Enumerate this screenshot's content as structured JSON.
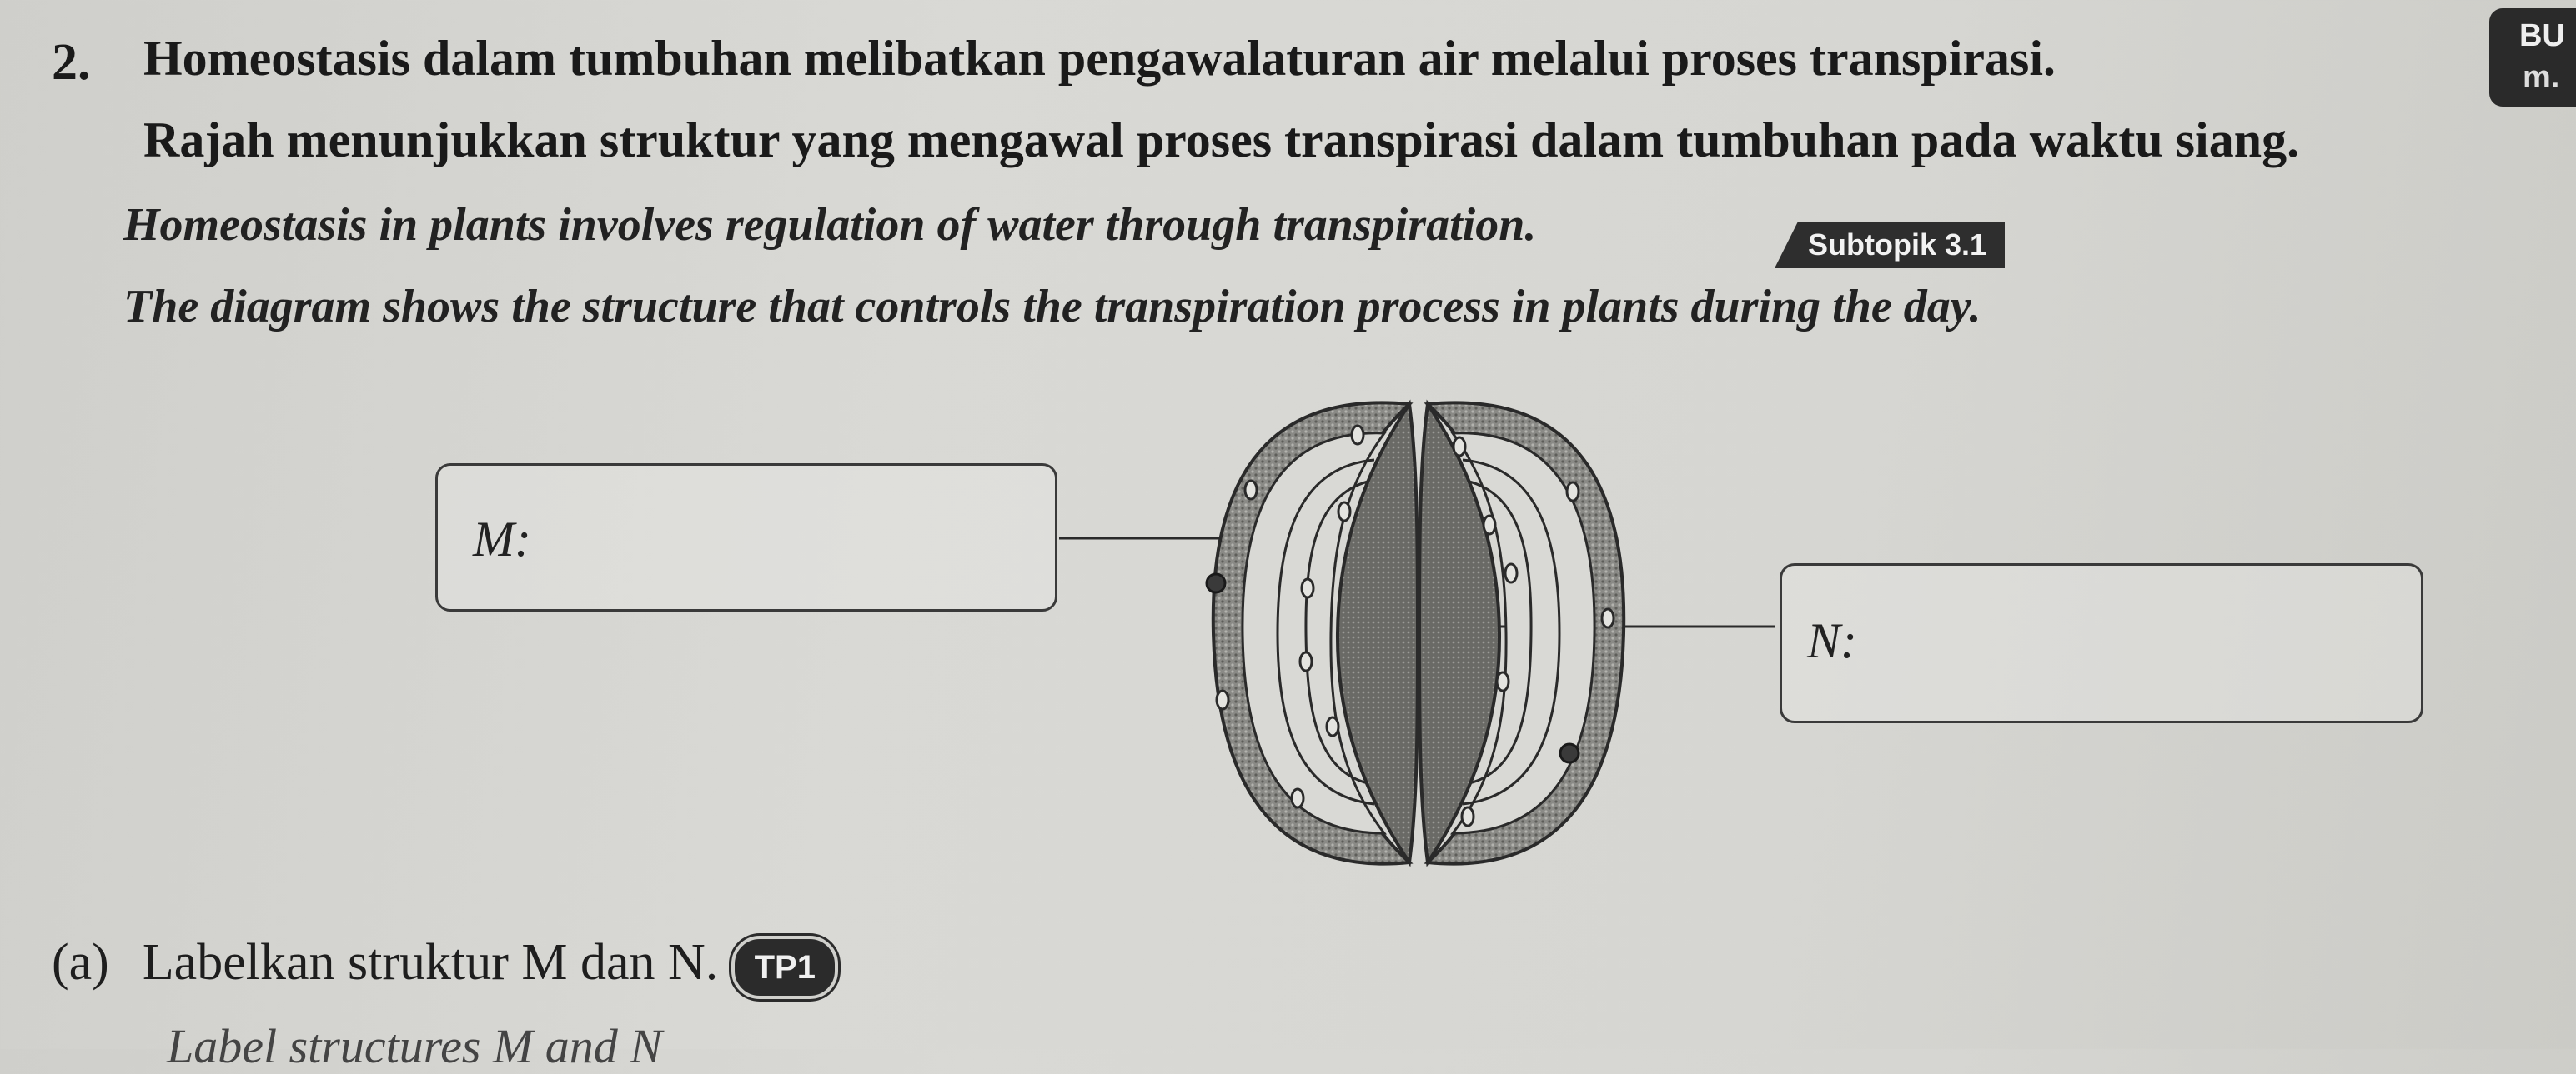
{
  "question": {
    "number": "2.",
    "malay_line1": "Homeostasis dalam tumbuhan melibatkan pengawalaturan air melalui proses transpirasi.",
    "malay_line2": "Rajah menunjukkan struktur yang mengawal proses transpirasi dalam tumbuhan pada waktu siang.",
    "english_line1": "Homeostasis in plants involves regulation of water through transpiration.",
    "english_line2": "The diagram shows the structure that controls the transpiration process in plants during the day.",
    "subtopik_badge": "Subtopik 3.1"
  },
  "corner_badge": {
    "line1": "BU",
    "line2": "m."
  },
  "diagram": {
    "label_m": "M:",
    "label_n": "N:"
  },
  "part_a": {
    "marker": "(a)",
    "malay_text": "Labelkan struktur M dan N.",
    "tp_badge": "TP1",
    "english_text_partial": "Label structures M and N"
  },
  "colors": {
    "ink": "#1a1a1a",
    "badge_bg": "#2e2e2e",
    "paper": "#d6d6d2",
    "cell_wall_dark": "#6e6e6e",
    "cell_wall_light": "#a9a9a5"
  }
}
